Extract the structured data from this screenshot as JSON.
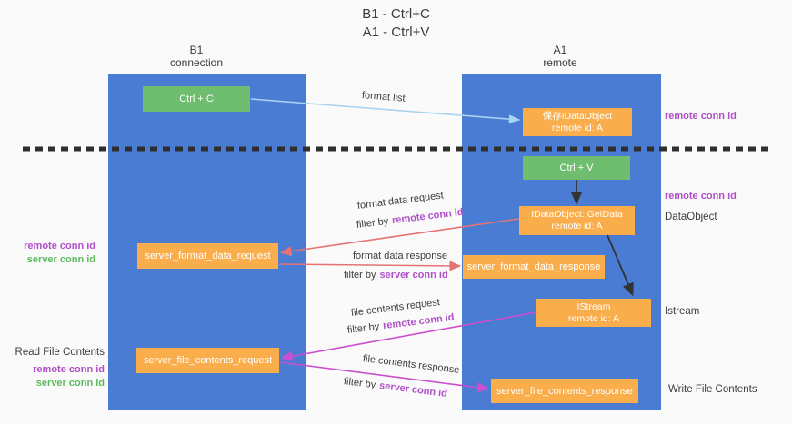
{
  "title": {
    "line1": "B1 - Ctrl+C",
    "line2": "A1 - Ctrl+V"
  },
  "columns": {
    "left": {
      "name": "B1",
      "role": "connection"
    },
    "right": {
      "name": "A1",
      "role": "remote"
    }
  },
  "boxes": {
    "ctrl_c": {
      "label": "Ctrl + C"
    },
    "ctrl_v": {
      "label": "Ctrl + V"
    },
    "save_dataobject": {
      "line1": "保存IDataObject",
      "line2": "remote id: A"
    },
    "getdata": {
      "line1": "IDataObject::GetData",
      "line2": "remote id: A"
    },
    "istream": {
      "line1": "IStream",
      "line2": "remote id: A"
    },
    "format_request": {
      "label": "server_format_data_request"
    },
    "format_response": {
      "label": "server_format_data_response"
    },
    "file_request": {
      "label": "server_file_contents_request"
    },
    "file_response": {
      "label": "server_file_contents_response"
    }
  },
  "arrow_labels": {
    "format_list": "format list",
    "format_data_request": "format data request",
    "format_data_response": "format data response",
    "file_contents_request": "file contents request",
    "file_contents_response": "file contents response",
    "filter_by": "filter by",
    "remote_conn_id": "remote conn id",
    "server_conn_id": "server conn id"
  },
  "side_labels": {
    "remote_conn_id": "remote conn id",
    "server_conn_id": "server conn id",
    "dataobject": "DataObject",
    "istream": "Istream",
    "read_file_contents": "Read File Contents",
    "write_file_contents": "Write File Contents"
  },
  "colors": {
    "column_blue": "#4A7CD4",
    "box_green": "#6FBE6F",
    "box_orange": "#F9AD4B",
    "text_purple": "#B04FC8",
    "text_green": "#5CBB5C",
    "arrow_red": "#E57373",
    "arrow_magenta": "#CC4FD0",
    "arrow_lightblue": "#A9D4F1",
    "arrow_black": "#333333",
    "dashed_line": "#2F2F2F",
    "background": "#FAFAFA"
  }
}
